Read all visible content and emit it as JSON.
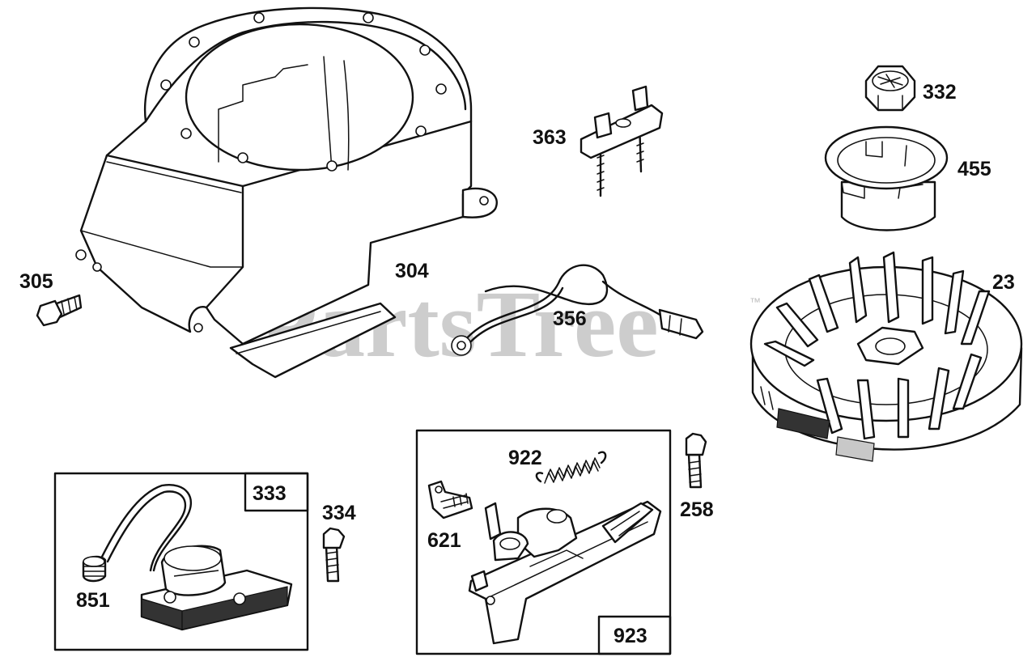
{
  "watermark": {
    "text": "PartsTree",
    "trademark": "™"
  },
  "parts": [
    {
      "id": "blower_housing",
      "label": "304"
    },
    {
      "id": "screw_305",
      "label": "305"
    },
    {
      "id": "terminal_bracket",
      "label": "363"
    },
    {
      "id": "ground_wire",
      "label": "356"
    },
    {
      "id": "nut",
      "label": "332"
    },
    {
      "id": "starter_cup",
      "label": "455"
    },
    {
      "id": "flywheel",
      "label": "23"
    },
    {
      "id": "screw_258",
      "label": "258"
    },
    {
      "id": "spring",
      "label": "922"
    },
    {
      "id": "clip",
      "label": "621"
    },
    {
      "id": "ignition_kit",
      "label": "333"
    },
    {
      "id": "coil_screw",
      "label": "334"
    },
    {
      "id": "spark_boot",
      "label": "851"
    },
    {
      "id": "governor_kit",
      "label": "923"
    }
  ],
  "labels": {
    "l304": "304",
    "l305": "305",
    "l363": "363",
    "l356": "356",
    "l332": "332",
    "l455": "455",
    "l23": "23",
    "l258": "258",
    "l922": "922",
    "l621": "621",
    "l333": "333",
    "l334": "334",
    "l851": "851",
    "l923": "923"
  }
}
